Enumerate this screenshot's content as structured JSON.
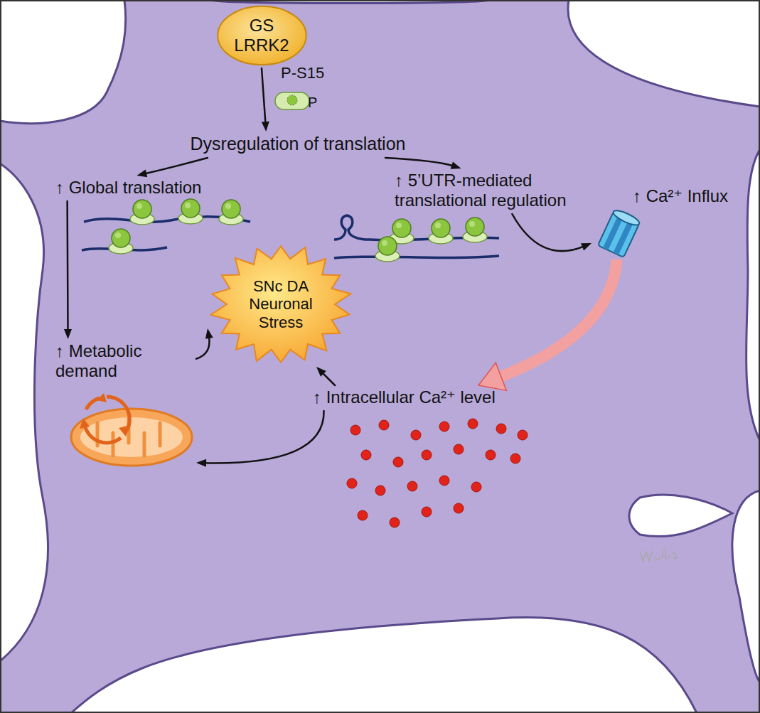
{
  "diagram": {
    "nodes": [
      {
        "text": [
          "GS LRRK2"
        ]
      },
      {
        "text": [
          "Dysregulation of translation"
        ]
      },
      {
        "text": [
          "↑ Global translation"
        ]
      },
      {
        "text": [
          "↑ 5’UTR-mediated translational regulation"
        ]
      },
      {
        "text": [
          "↑ Ca²⁺ Influx"
        ]
      },
      {
        "text": [
          "↑ Metabolic demand"
        ]
      },
      {
        "text": [
          "SNc DA Neuronal Stress"
        ]
      },
      {
        "text": [
          "↑ Intracellular Ca²⁺ level"
        ]
      }
    ],
    "edges": [
      {
        "from": 0,
        "to": 1,
        "arrow": "to"
      },
      {
        "from": 1,
        "to": 2,
        "arrow": "to"
      },
      {
        "from": 1,
        "to": 3,
        "arrow": "to"
      },
      {
        "from": 2,
        "to": 5,
        "arrow": "to"
      },
      {
        "from": 5,
        "to": 6,
        "arrow": "to"
      },
      {
        "from": 3,
        "to": 4,
        "arrow": "to"
      },
      {
        "from": 4,
        "to": 7,
        "arrow": "to"
      },
      {
        "from": 7,
        "to": 6,
        "arrow": "to"
      },
      {
        "from": 7,
        "to": 5,
        "arrow": "to"
      }
    ],
    "labels": [
      "P-S15",
      "P"
    ]
  }
}
